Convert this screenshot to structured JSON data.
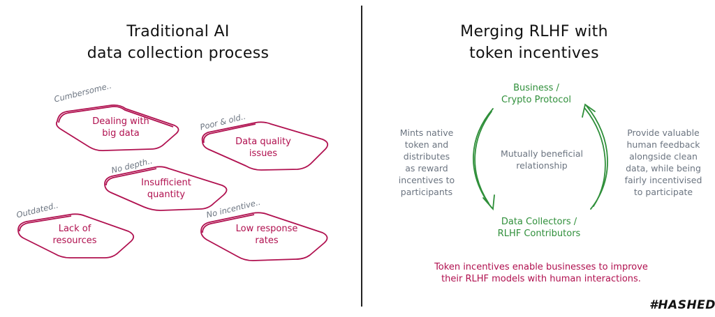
{
  "left_panel": {
    "title_line1": "Traditional AI",
    "title_line2": "data collection process",
    "diamonds": [
      {
        "note": "Cumbersome..",
        "line1": "Dealing with",
        "line2": "big data"
      },
      {
        "note": "Poor & old..",
        "line1": "Data quality",
        "line2": "issues"
      },
      {
        "note": "No depth..",
        "line1": "Insufficient",
        "line2": "quantity"
      },
      {
        "note": "Outdated..",
        "line1": "Lack of",
        "line2": "resources"
      },
      {
        "note": "No incentive..",
        "line1": "Low response",
        "line2": "rates"
      }
    ]
  },
  "right_panel": {
    "title_line1": "Merging RLHF with",
    "title_line2": "token incentives",
    "top_node": {
      "line1": "Business /",
      "line2": "Crypto Protocol"
    },
    "bottom_node": {
      "line1": "Data Collectors /",
      "line2": "RLHF Contributors"
    },
    "center": {
      "line1": "Mutually beneficial",
      "line2": "relationship"
    },
    "left_note": {
      "line1": "Mints native",
      "line2": "token and",
      "line3": "distributes",
      "line4": "as reward",
      "line5": "incentives to",
      "line6": "participants"
    },
    "right_note": {
      "line1": "Provide valuable",
      "line2": "human feedback",
      "line3": "alongside clean",
      "line4": "data, while being",
      "line5": "fairly incentivised",
      "line6": "to participate"
    },
    "footer": {
      "line1": "Token incentives enable businesses to improve",
      "line2": "their RLHF models with human interactions."
    }
  },
  "brand": {
    "logo": "#HASHED"
  },
  "colors": {
    "accent_red": "#b0104f",
    "accent_green": "#2f8f3a",
    "note_gray": "#6b7480"
  }
}
